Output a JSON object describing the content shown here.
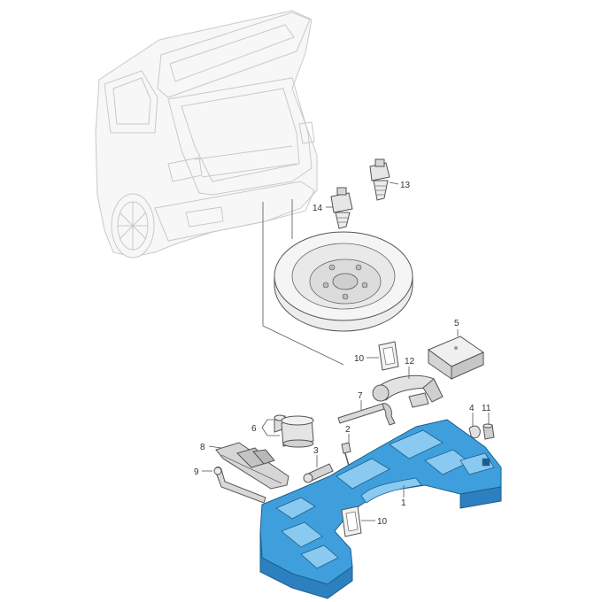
{
  "callouts": {
    "c1": "1",
    "c2": "2",
    "c3": "3",
    "c4": "4",
    "c5": "5",
    "c6": "6",
    "c7": "7",
    "c8": "8",
    "c9": "9",
    "c10a": "10",
    "c10b": "10",
    "c11": "11",
    "c12": "12",
    "c13": "13",
    "c14": "14"
  },
  "colors": {
    "tray": "#3f9fdc",
    "parts_outline": "#555555",
    "car_ghost": "#c9c9c9"
  }
}
